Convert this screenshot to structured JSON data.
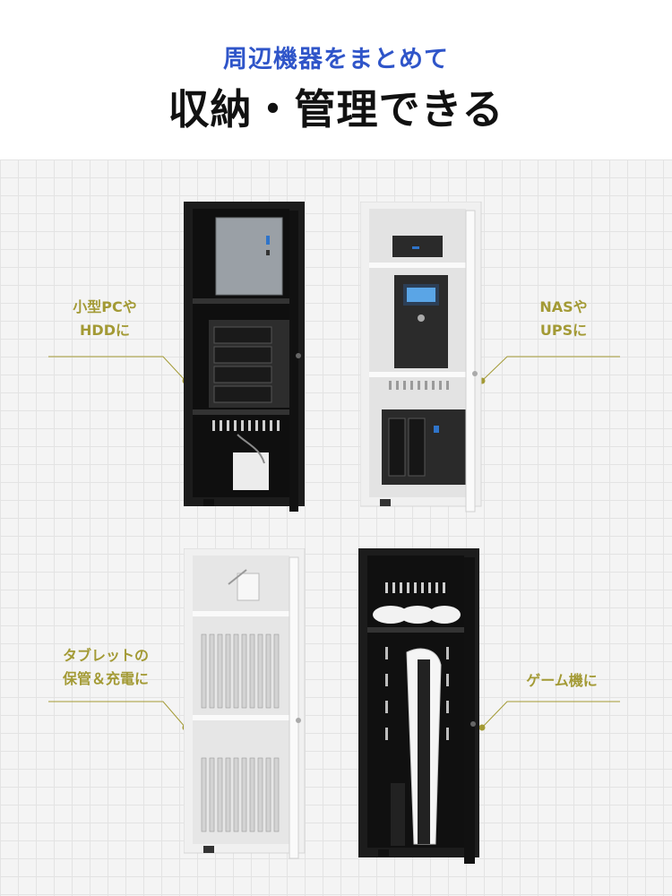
{
  "heading": {
    "subtitle": "周辺機器をまとめて",
    "title": "収納・管理できる"
  },
  "callouts": {
    "top_left": {
      "line1": "小型PCや",
      "line2": "HDDに"
    },
    "top_right": {
      "line1": "NASや",
      "line2": "UPSに"
    },
    "bottom_left": {
      "line1": "タブレットの",
      "line2": "保管＆充電に"
    },
    "bottom_right": {
      "line1": "ゲーム機に"
    }
  },
  "colors": {
    "title_blue": "#2f55c9",
    "callout_gold": "#a39a35",
    "cabinet_black": "#1e1e1e",
    "cabinet_white": "#f2f2f2"
  }
}
